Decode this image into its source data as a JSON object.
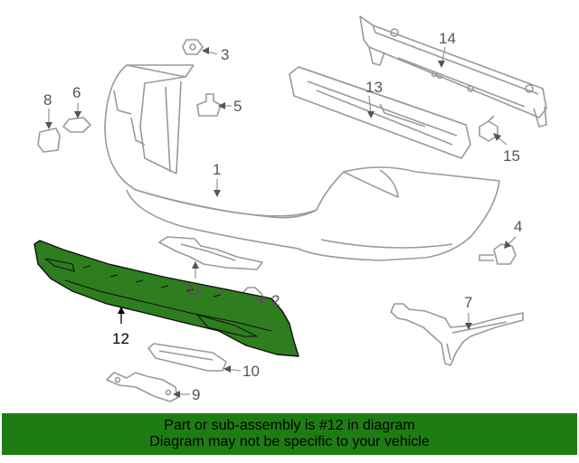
{
  "colors": {
    "highlight": "#2e7d1e",
    "banner": "#1e7d12",
    "line": "#9a9a9a"
  },
  "callouts": {
    "c1": "1",
    "c2": "2",
    "c3": "3",
    "c4": "4",
    "c5": "5",
    "c6": "6",
    "c7": "7",
    "c8": "8",
    "c9": "9",
    "c10": "10",
    "c11": "11",
    "c12": "12",
    "c13": "13",
    "c14": "14",
    "c15": "15"
  },
  "banner": {
    "line1": "Part or sub-assembly is #12 in diagram",
    "line2": "Diagram may not be specific to your vehicle"
  }
}
